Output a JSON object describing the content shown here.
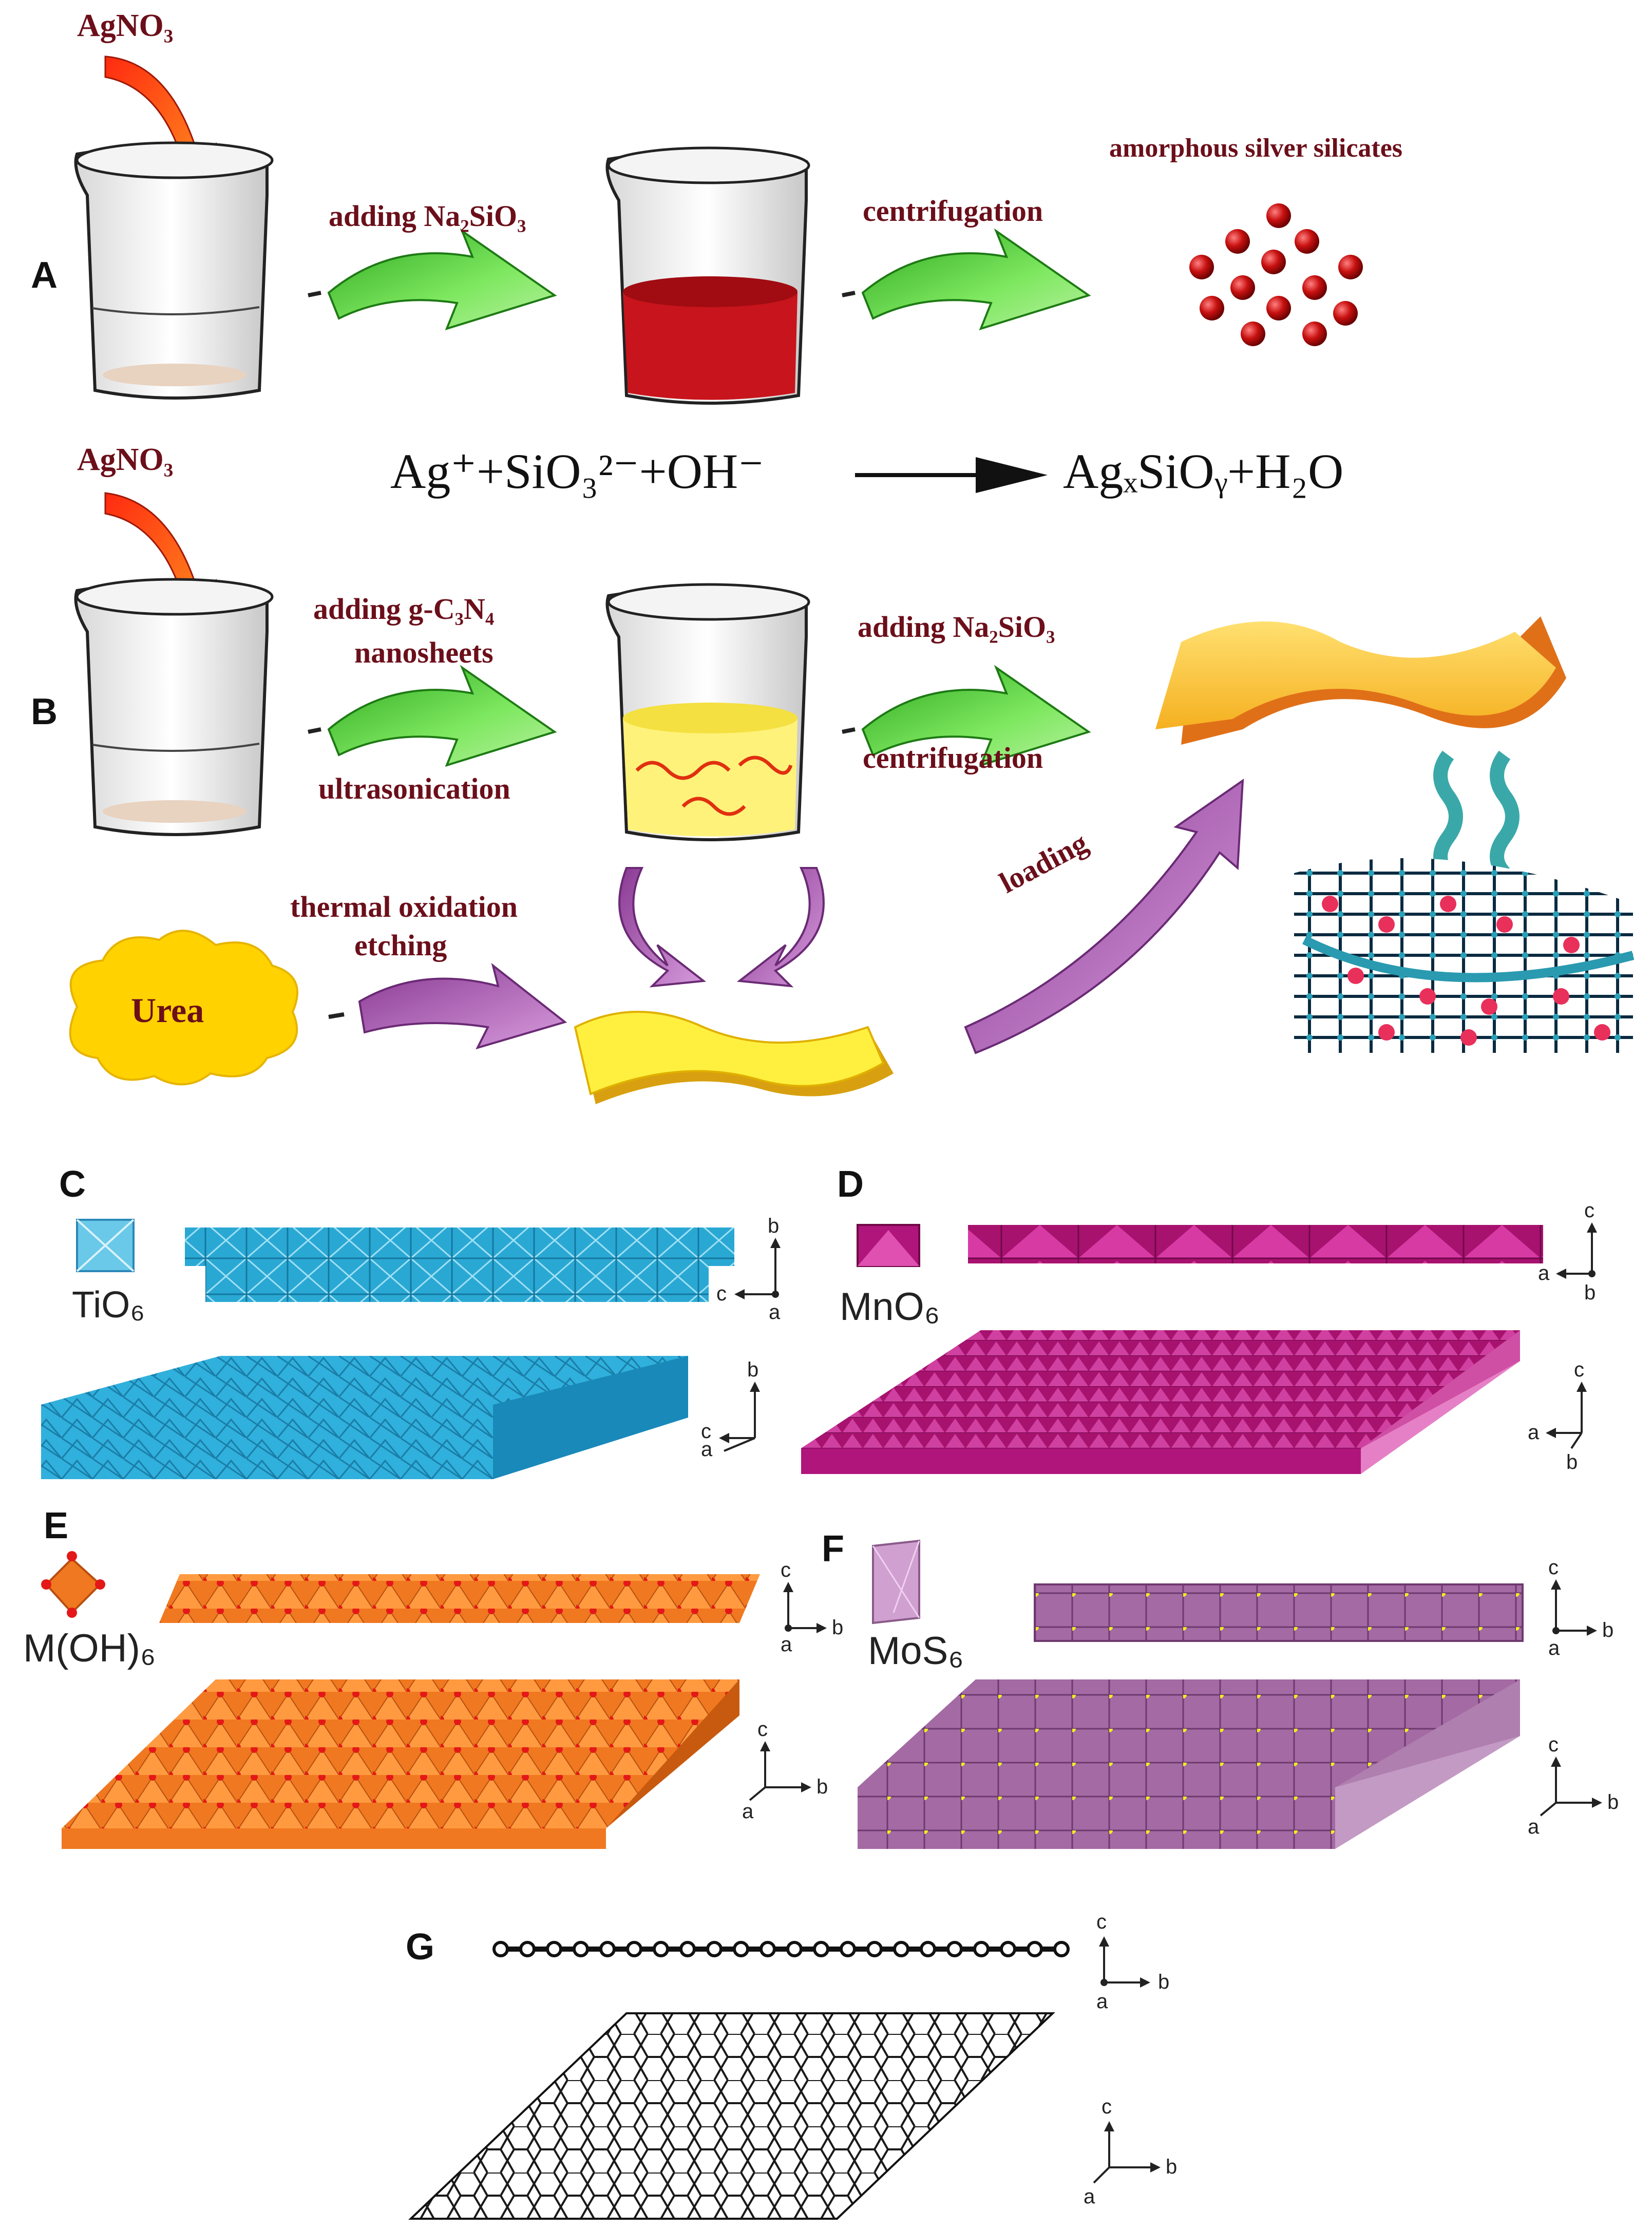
{
  "panelA": {
    "panel_label": "A",
    "reagent": "AgNO₃",
    "step1": "adding Na₂SiO₃",
    "step2": "centrifugation",
    "product": "amorphous silver silicates"
  },
  "equation": {
    "lhs": "Ag⁺+SiO₃²⁻+OH⁻",
    "rhs": "AgₓSiOᵧ+H₂O"
  },
  "panelB": {
    "panel_label": "B",
    "reagent": "AgNO₃",
    "step1_line1": "adding g-C₃N₄",
    "step1_line2": "nanosheets",
    "step1_below": "ultrasonication",
    "step2_line1": "adding Na₂SiO₃",
    "step2_line2": "centrifugation",
    "cloud_label": "Urea",
    "thermal_line1": "thermal oxidation",
    "thermal_line2": "etching",
    "loading": "loading"
  },
  "panelC": {
    "panel_label": "C",
    "unit_label": "TiO₆",
    "axes_top": {
      "up": "b",
      "left": "c",
      "out": "a"
    },
    "axes_bottom": {
      "up": "b",
      "left": "c",
      "out": "a"
    }
  },
  "panelD": {
    "panel_label": "D",
    "unit_label": "MnO₆",
    "axes_top": {
      "up": "c",
      "left": "a",
      "out": "b"
    },
    "axes_bottom": {
      "up": "c",
      "left": "a",
      "out": "b"
    }
  },
  "panelE": {
    "panel_label": "E",
    "unit_label": "M(OH)₆",
    "axes_top": {
      "up": "c",
      "right": "b",
      "out": "a"
    },
    "axes_bottom": {
      "up": "c",
      "right": "b",
      "out": "a"
    }
  },
  "panelF": {
    "panel_label": "F",
    "unit_label": "MoS₆",
    "axes_top": {
      "up": "c",
      "right": "b",
      "out": "a"
    },
    "axes_bottom": {
      "up": "c",
      "right": "b",
      "out": "a"
    }
  },
  "panelG": {
    "panel_label": "G",
    "axes_top": {
      "up": "c",
      "right": "b",
      "out": "a"
    },
    "axes_bottom": {
      "up": "c",
      "right": "b",
      "out": "a"
    }
  },
  "colors": {
    "label_dark_red": "#6b0f1a",
    "green_arrow": "#5fd13a",
    "purple_arrow": "#b064b8",
    "red_solution": "#c8141c",
    "yellow_sheet": "#ffd23c",
    "tio6": "#2aa8d4",
    "mno6": "#b0157c",
    "moh6": "#f07820",
    "mos6": "#a86aa8"
  }
}
